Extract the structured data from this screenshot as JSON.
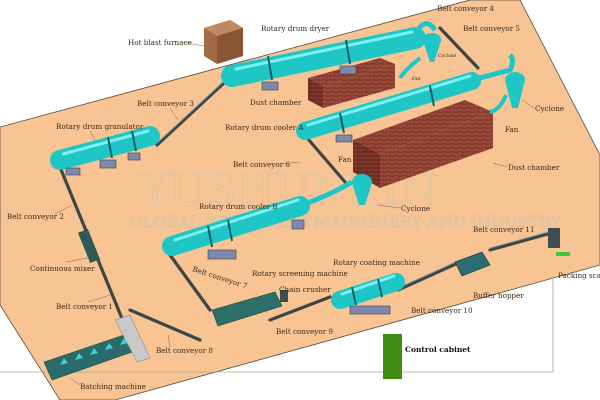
{
  "watermark": {
    "line1": "YUSHUNXIN",
    "line2": "GLOBAL FERTILIZER MACHINERY AND INDUSTRY"
  },
  "labels": {
    "hot_blast_furnace": "Hot blast furnace",
    "rotary_drum_dryer": "Rotary drum dryer",
    "belt_conveyor_4": "Belt conveyor 4",
    "belt_conveyor_5": "Belt conveyor 5",
    "cyclone_small": "Cyclone",
    "fan_small": "Fan",
    "dust_chamber_1": "Dust chamber",
    "belt_conveyor_3": "Belt conveyor 3",
    "rotary_drum_granulator": "Rotary drum granulator",
    "rotary_drum_cooler_a": "Rotary drum cooler A",
    "cyclone_1": "Cyclone",
    "fan_1": "Fan",
    "belt_conveyor_6": "Belt conveyor 6",
    "fan_2": "Fan",
    "dust_chamber_2": "Dust chamber",
    "cyclone_2": "Cyclone",
    "belt_conveyor_2": "Belt conveyor 2",
    "rotary_drum_cooler_b": "Rotary drum cooler B",
    "continuous_mixer": "Continuous mixer",
    "belt_conveyor_7": "Belt conveyor 7",
    "rotary_screening_machine": "Rotary screening machine",
    "rotary_coating_machine": "Rotary coating machine",
    "belt_conveyor_11": "Belt conveyor 11",
    "chain_crusher": "Chain crusher",
    "belt_conveyor_1": "Belt conveyor 1",
    "packing_scale": "Packing scale",
    "buffer_hopper": "Buffer hopper",
    "belt_conveyor_10": "Belt conveyor 10",
    "belt_conveyor_9": "Belt conveyor 9",
    "belt_conveyor_8": "Belt conveyor 8",
    "control_cabinet": "Control cabinet",
    "batching_machine": "Batching machine"
  },
  "colors": {
    "floor": "#f8c493",
    "drum": "#1ec6c6",
    "brick": "#8a3b2e",
    "cabinet": "#3f8c12"
  }
}
